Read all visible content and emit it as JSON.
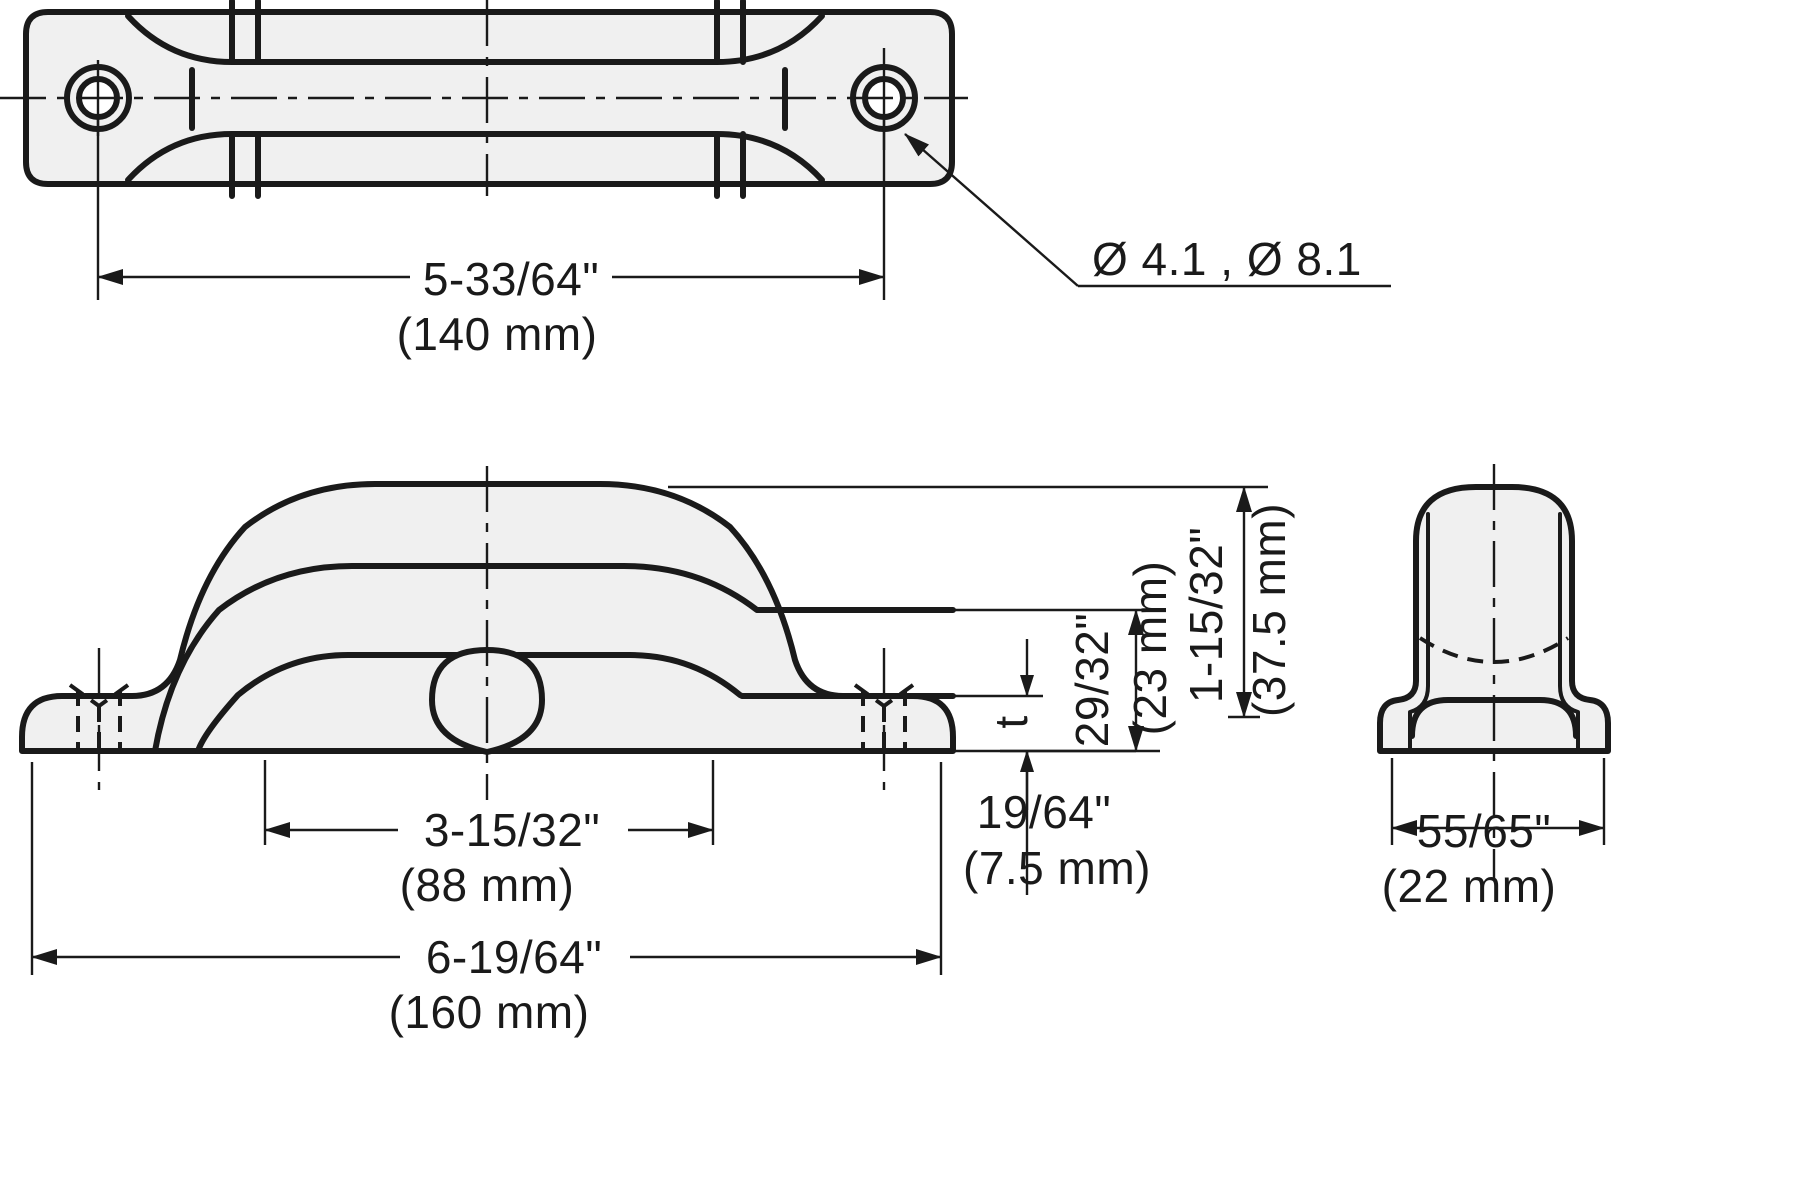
{
  "document": {
    "type": "technical-drawing",
    "subject": "cabinet-pull-handle",
    "background_color": "#ffffff",
    "line_color": "#1a1a1a",
    "body_fill_color": "#f0f0f0"
  },
  "views": {
    "top_view": {
      "name": "top-view",
      "label": "",
      "features": [
        "counterbored-screw-hole-left",
        "counterbored-screw-hole-right",
        "center-line-horizontal",
        "center-line-vertical"
      ]
    },
    "front_view": {
      "name": "front-elevation-view",
      "label": "",
      "features": [
        "arch-handle",
        "left-foot",
        "right-foot",
        "center-boss",
        "hidden-screw-holes"
      ]
    },
    "side_view": {
      "name": "side-end-view",
      "label": "",
      "features": [
        "rounded-top",
        "base-flange",
        "hidden-arc"
      ]
    }
  },
  "dimensions": {
    "hole_callout": {
      "name": "hole-diameter-callout",
      "text": "Ø 4.1 , Ø 8.1"
    },
    "top_overall": {
      "name": "top-view-hole-spacing-dimension",
      "imperial": "5-33/64\"",
      "metric": "(140 mm)"
    },
    "center_span": {
      "name": "center-to-center-dimension",
      "imperial": "3-15/32\"",
      "metric": "(88 mm)"
    },
    "overall_length": {
      "name": "overall-length-dimension",
      "imperial": "6-19/64\"",
      "metric": "(160 mm)"
    },
    "clearance_height": {
      "name": "clearance-height-dimension",
      "imperial": "29/32\"",
      "metric": "(23 mm)"
    },
    "overall_height": {
      "name": "overall-height-dimension",
      "imperial": "1-15/32\"",
      "metric": "(37.5 mm)"
    },
    "base_thickness": {
      "name": "base-thickness-dimension",
      "symbol": "t",
      "imperial": "19/64\"",
      "metric": "(7.5 mm)"
    },
    "base_width": {
      "name": "base-width-dimension",
      "imperial": "55/65\"",
      "metric": "(22 mm)"
    }
  }
}
